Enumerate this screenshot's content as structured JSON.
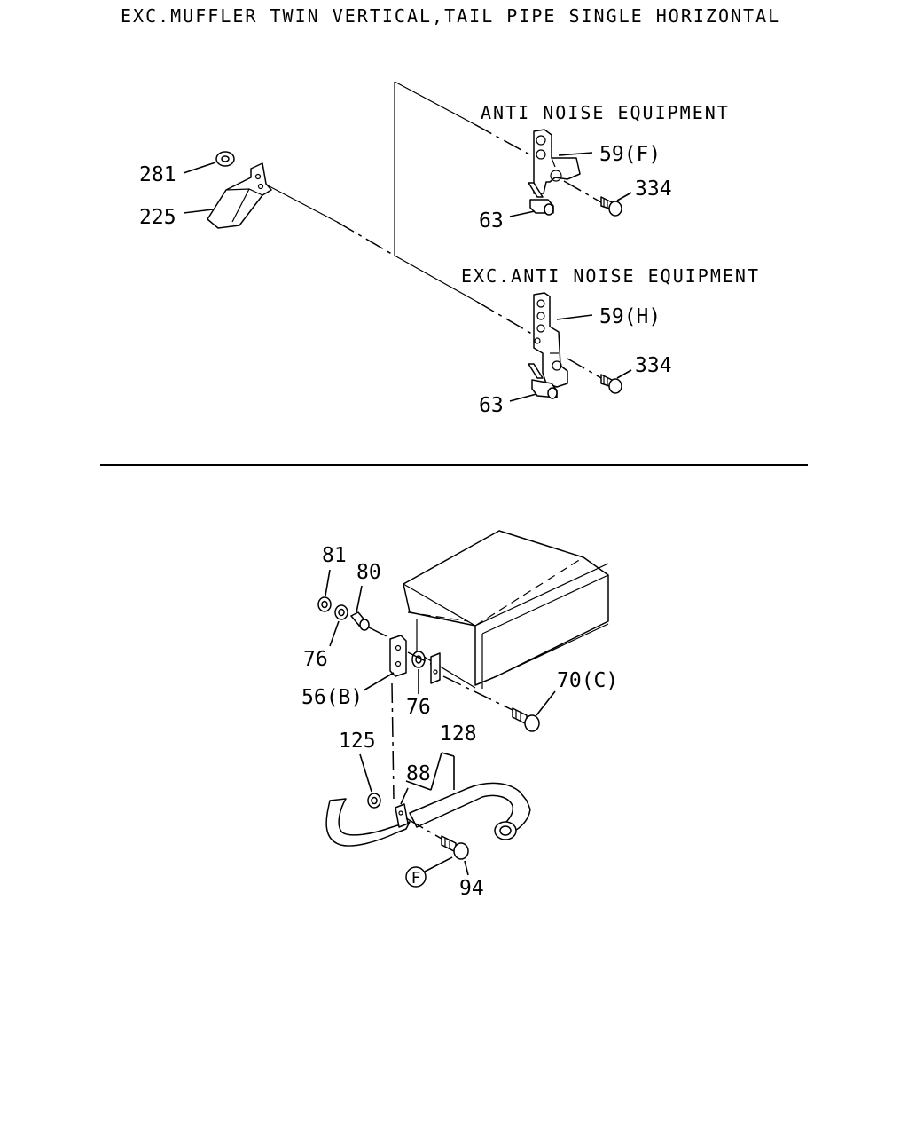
{
  "title": "EXC.MUFFLER TWIN VERTICAL,TAIL PIPE SINGLE HORIZONTAL",
  "top_section": {
    "variant_a": "ANTI NOISE EQUIPMENT",
    "variant_b": "EXC.ANTI NOISE EQUIPMENT",
    "labels": {
      "p281": "281",
      "p225": "225",
      "p59f": "59(F)",
      "p334a": "334",
      "p63a": "63",
      "p59h": "59(H)",
      "p334b": "334",
      "p63b": "63"
    }
  },
  "bottom_section": {
    "labels": {
      "p81": "81",
      "p80": "80",
      "p76a": "76",
      "p56b": "56(B)",
      "p76b": "76",
      "p70c": "70(C)",
      "p125": "125",
      "p128": "128",
      "p88": "88",
      "pF": "F",
      "p94": "94"
    }
  }
}
